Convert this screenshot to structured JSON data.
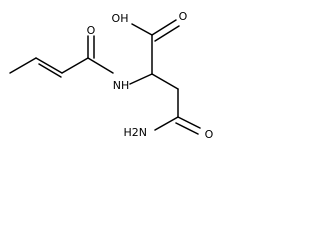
{
  "molecule": {
    "atoms": {
      "hydroxyl": "OH",
      "carboxyl_oxygen": "O",
      "carbonyl_oxygen_left": "O",
      "nitrogen_h": "NH",
      "amide_nitrogen": "H2N",
      "carbonyl_oxygen_bottom": "O"
    }
  }
}
